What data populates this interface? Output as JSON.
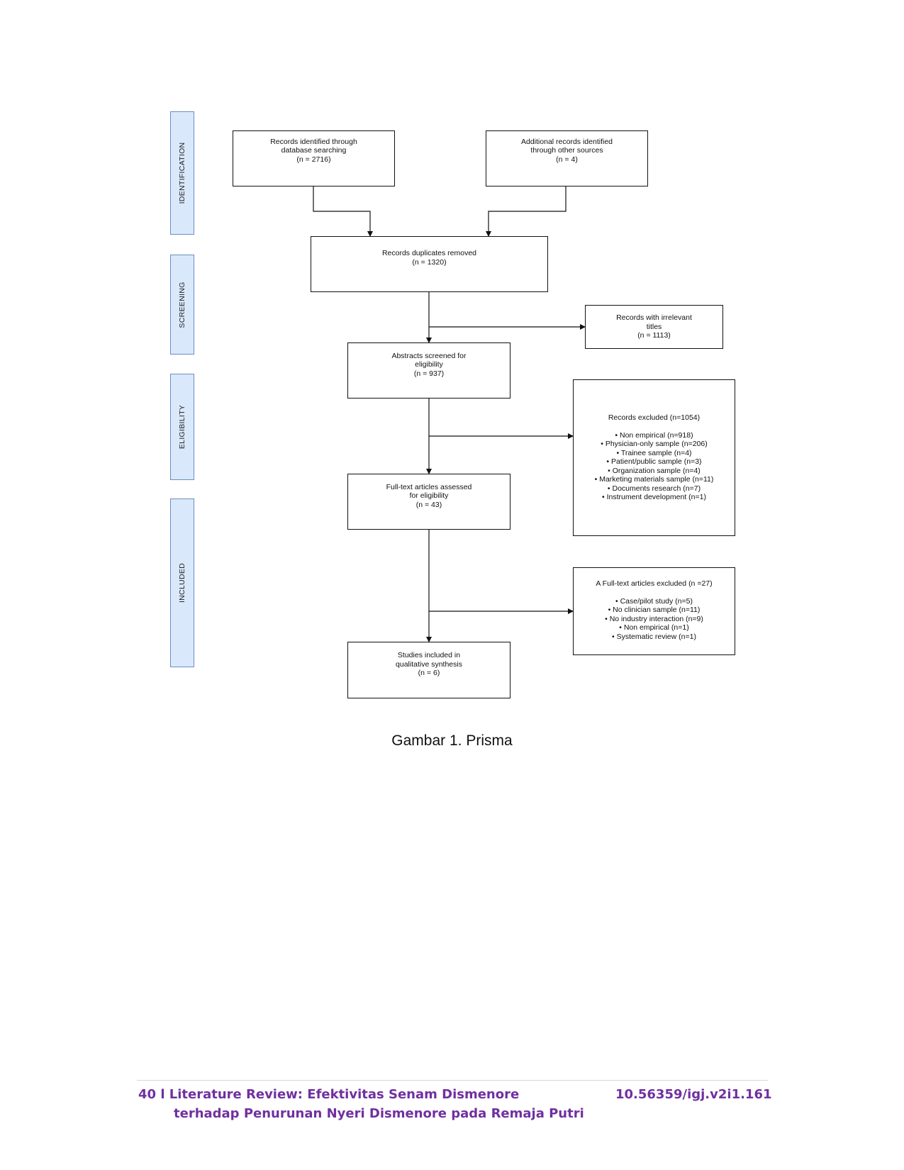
{
  "phases": {
    "identification": "IDENTIFICATION",
    "screening": "SCREENING",
    "eligibility": "ELIGIBILITY",
    "included": "INCLUDED"
  },
  "boxes": {
    "database": "Records identified through\ndatabase searching\n(n = 2716)",
    "other_sources": "Additional records identified\nthrough other sources\n(n = 4)",
    "duplicates": "Records duplicates removed\n(n = 1320)",
    "irrelevant": "Records with irrelevant\ntitles\n(n = 1113)",
    "abstracts": "Abstracts screened for\neligibility\n(n = 937)",
    "fulltext": "Full-text articles assessed\nfor eligibility\n(n = 43)",
    "included": "Studies included in\nqualitative synthesis\n(n = 6)"
  },
  "excluded_records": {
    "title": "Records excluded (n=1054)",
    "items": [
      "Non empirical (n=918)",
      "Physician-only sample (n=206)",
      "Trainee sample (n=4)",
      "Patient/public sample (n=3)",
      "Organization sample (n=4)",
      "Marketing materials sample (n=11)",
      "Documents research (n=7)",
      "Instrument development (n=1)"
    ]
  },
  "excluded_fulltext": {
    "title": "A Full-text articles excluded (n =27)",
    "items": [
      "Case/pilot study (n=5)",
      "No clinician sample (n=11)",
      "No industry interaction (n=9)",
      "Non empirical (n=1)",
      "Systematic review (n=1)"
    ]
  },
  "caption": "Gambar 1. Prisma",
  "footer": {
    "left_line1": "40 l Literature Review: Efektivitas Senam Dismenore",
    "left_line2": "terhadap Penurunan Nyeri Dismenore pada Remaja Putri",
    "doi": "10.56359/igj.v2i1.161"
  }
}
